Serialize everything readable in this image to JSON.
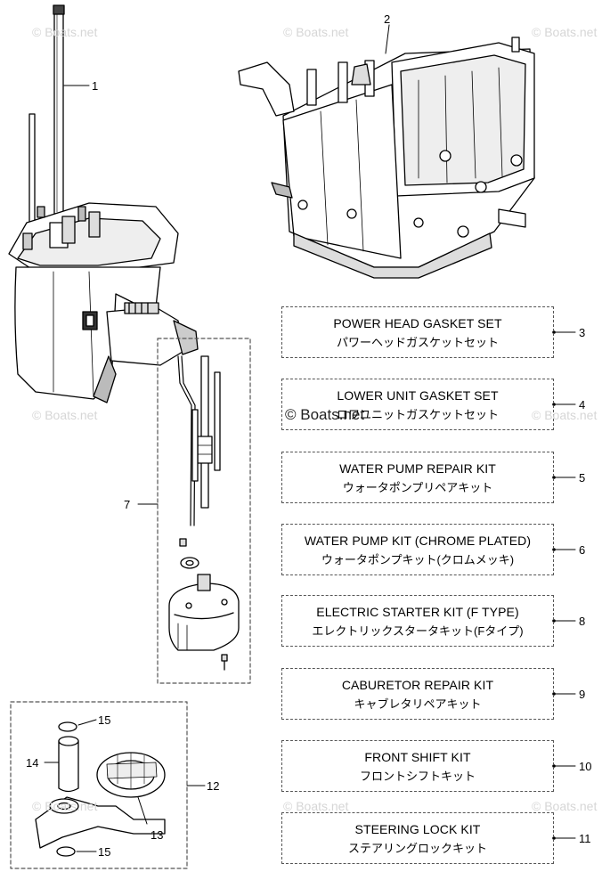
{
  "watermark": "© Boats.net",
  "kits": [
    {
      "id": "power-head-gasket-set",
      "en": "POWER HEAD GASKET SET",
      "jp": "パワーヘッドガスケットセット",
      "callout": "3"
    },
    {
      "id": "lower-unit-gasket-set",
      "en": "LOWER UNIT GASKET SET",
      "jp": "ロワユニットガスケットセット",
      "callout": "4"
    },
    {
      "id": "water-pump-repair-kit",
      "en": "WATER PUMP REPAIR KIT",
      "jp": "ウォータポンプリペアキット",
      "callout": "5"
    },
    {
      "id": "water-pump-kit-chrome",
      "en": "WATER PUMP KIT (CHROME PLATED)",
      "jp": "ウォータポンプキット(クロムメッキ)",
      "callout": "6"
    },
    {
      "id": "electric-starter-kit",
      "en": "ELECTRIC STARTER KIT (F TYPE)",
      "jp": "エレクトリックスタータキット(Fタイプ)",
      "callout": "8"
    },
    {
      "id": "caburetor-repair-kit",
      "en": "CABURETOR REPAIR KIT",
      "jp": "キャブレタリペアキット",
      "callout": "9"
    },
    {
      "id": "front-shift-kit",
      "en": "FRONT SHIFT KIT",
      "jp": "フロントシフトキット",
      "callout": "10"
    },
    {
      "id": "steering-lock-kit",
      "en": "STEERING LOCK KIT",
      "jp": "ステアリングロックキット",
      "callout": "11"
    }
  ],
  "part_callouts": {
    "lower_unit": "1",
    "power_head": "2",
    "shift_rod_kit": "7",
    "bracket_kit": "12",
    "bracket": "13",
    "bushing": "14",
    "ring_top": "15",
    "ring_bottom": "15"
  }
}
